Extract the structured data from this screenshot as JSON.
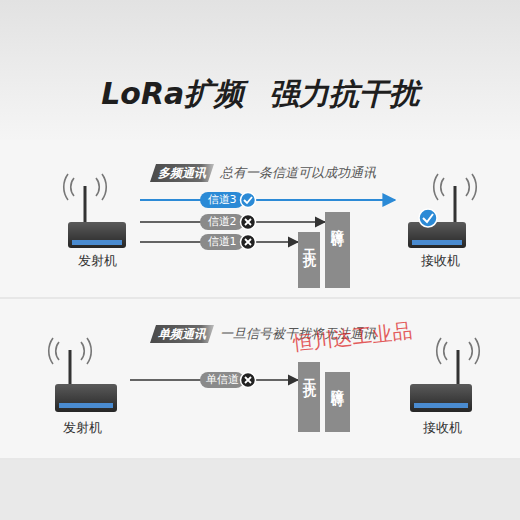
{
  "diagram": {
    "title": "LoRa扩频 强力抗干扰",
    "nodes": [
      {
        "text": [
          "多频通讯"
        ]
      },
      {
        "text": [
          "发射机"
        ]
      },
      {
        "text": [
          "干扰"
        ]
      },
      {
        "text": [
          "障碍"
        ]
      },
      {
        "text": [
          "接收机"
        ]
      },
      {
        "text": [
          "单频通讯"
        ]
      },
      {
        "text": [
          "发射机"
        ]
      },
      {
        "text": [
          "干扰"
        ]
      },
      {
        "text": [
          "障碍"
        ]
      },
      {
        "text": [
          "接收机"
        ]
      }
    ],
    "edges": [
      {
        "from": 1,
        "to": 4,
        "label": "信道3",
        "arrow": "to"
      },
      {
        "from": 1,
        "to": 3,
        "label": "信道2",
        "arrow": "to"
      },
      {
        "from": 1,
        "to": 2,
        "label": "信道1",
        "arrow": "to"
      },
      {
        "from": 6,
        "to": 7,
        "label": "单信道",
        "arrow": "to"
      }
    ],
    "labels": [
      "总有一条信道可以成功通讯",
      "一旦信号被干扰将无法通讯",
      "恒川达工业品"
    ]
  }
}
